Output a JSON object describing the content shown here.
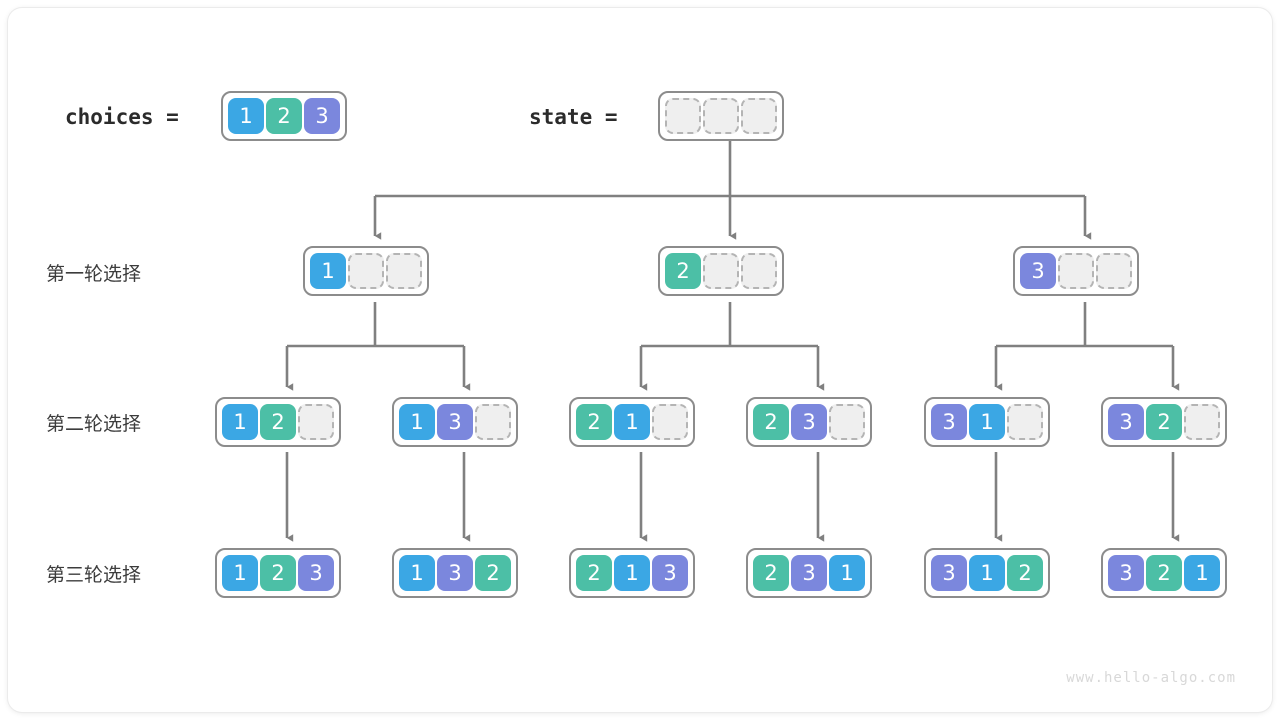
{
  "watermark": "www.hello-algo.com",
  "colors": {
    "blue": "#3ba7e4",
    "green": "#4cbfa6",
    "purple": "#7b87dd",
    "empty_fill": "#efefef",
    "empty_border": "#b4b4b4",
    "frame_border": "#8c8c8c",
    "edge": "#808080",
    "text": "#3c3c3c"
  },
  "header": {
    "choices_label": "choices =",
    "choices_values": [
      "1",
      "2",
      "3"
    ],
    "state_label": "state =",
    "state_values": [
      "",
      "",
      ""
    ]
  },
  "rows": [
    {
      "label": "第一轮选择",
      "nodes": [
        {
          "values": [
            "1",
            "",
            ""
          ]
        },
        {
          "values": [
            "2",
            "",
            ""
          ]
        },
        {
          "values": [
            "3",
            "",
            ""
          ]
        }
      ]
    },
    {
      "label": "第二轮选择",
      "nodes": [
        {
          "values": [
            "1",
            "2",
            ""
          ]
        },
        {
          "values": [
            "1",
            "3",
            ""
          ]
        },
        {
          "values": [
            "2",
            "1",
            ""
          ]
        },
        {
          "values": [
            "2",
            "3",
            ""
          ]
        },
        {
          "values": [
            "3",
            "1",
            ""
          ]
        },
        {
          "values": [
            "3",
            "2",
            ""
          ]
        }
      ]
    },
    {
      "label": "第三轮选择",
      "nodes": [
        {
          "values": [
            "1",
            "2",
            "3"
          ]
        },
        {
          "values": [
            "1",
            "3",
            "2"
          ]
        },
        {
          "values": [
            "2",
            "1",
            "3"
          ]
        },
        {
          "values": [
            "2",
            "3",
            "1"
          ]
        },
        {
          "values": [
            "3",
            "1",
            "2"
          ]
        },
        {
          "values": [
            "3",
            "2",
            "1"
          ]
        }
      ]
    }
  ]
}
